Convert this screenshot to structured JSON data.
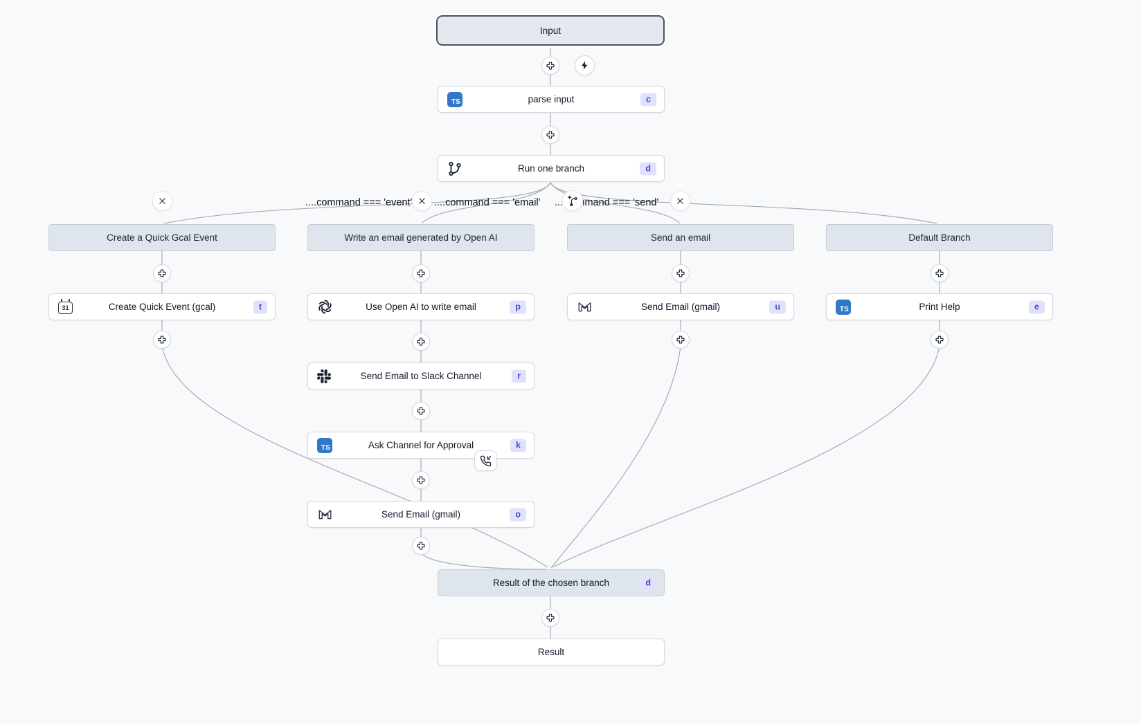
{
  "colors": {
    "canvas_bg": "#f8f9fb",
    "edge": "#a7acb4",
    "badge_bg": "#e0e2fb",
    "badge_text": "#4b48d6",
    "header_bg": "#dfe5ec",
    "selected_border": "#47525f",
    "ts_blue": "#3178c6"
  },
  "icons": {
    "ts_label": "TS",
    "calendar_day": "31",
    "names": [
      "plus-icon",
      "bolt-icon",
      "close-icon",
      "add-branch-icon",
      "git-branch-icon",
      "typescript-icon",
      "calendar-icon",
      "openai-icon",
      "slack-icon",
      "gmail-icon",
      "phone-incoming-icon"
    ]
  },
  "flow": {
    "input": "Input",
    "parse": {
      "label": "parse input",
      "badge": "c"
    },
    "run": {
      "label": "Run one branch",
      "badge": "d"
    },
    "conditions": [
      "....command === 'event'",
      "....command === 'email'",
      "....command === 'send'"
    ],
    "branch1": {
      "header": "Create a Quick Gcal Event",
      "step1": {
        "label": "Create Quick Event (gcal)",
        "badge": "t"
      }
    },
    "branch2": {
      "header": "Write an email generated by Open AI",
      "step1": {
        "label": "Use Open AI to write email",
        "badge": "p"
      },
      "step2": {
        "label": "Send Email to Slack Channel",
        "badge": "r"
      },
      "step3": {
        "label": "Ask Channel for Approval",
        "badge": "k"
      },
      "step4": {
        "label": "Send Email (gmail)",
        "badge": "o"
      }
    },
    "branch3": {
      "header": "Send an email",
      "step1": {
        "label": "Send Email (gmail)",
        "badge": "u"
      }
    },
    "branch4": {
      "header": "Default Branch",
      "step1": {
        "label": "Print Help",
        "badge": "e"
      }
    },
    "resultChosen": {
      "label": "Result of the chosen branch",
      "badge": "d"
    },
    "result": "Result"
  }
}
